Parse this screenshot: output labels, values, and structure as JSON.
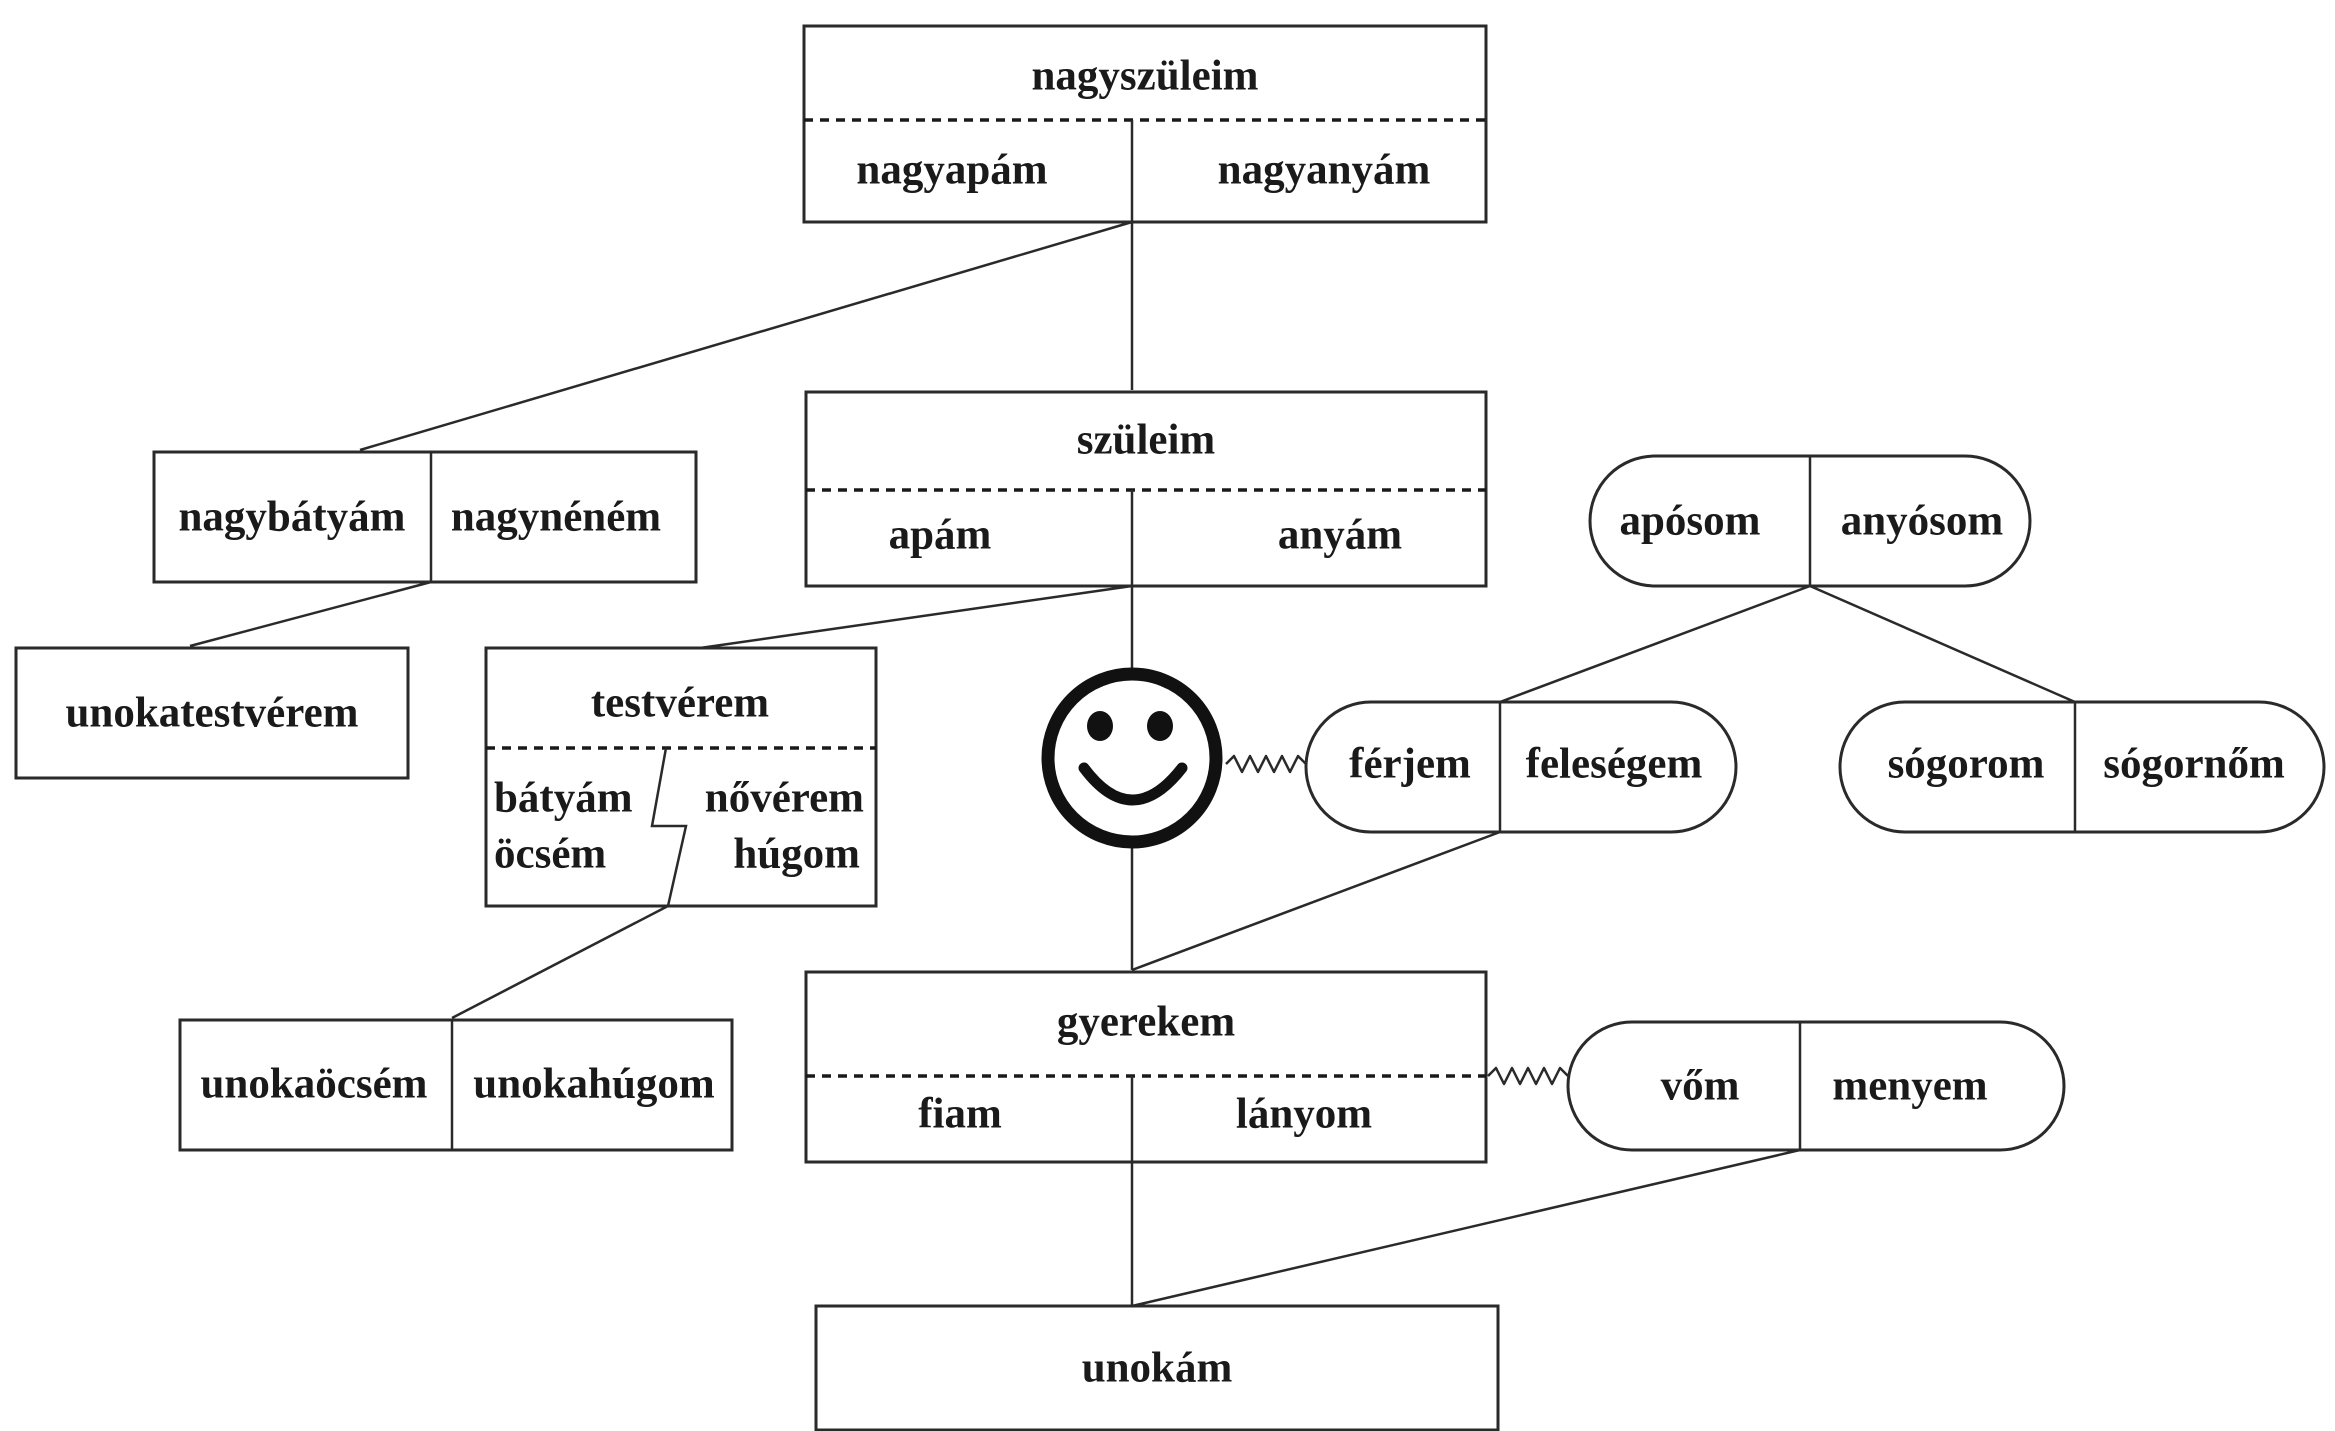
{
  "grandparents": {
    "title": "nagyszüleim",
    "left": "nagyapám",
    "right": "nagyanyám"
  },
  "uncle_aunt": {
    "left": "nagybátyám",
    "right": "nagynéném"
  },
  "cousin": {
    "label": "unokatestvérem"
  },
  "parents": {
    "title": "szüleim",
    "left": "apám",
    "right": "anyám"
  },
  "parents_in_law": {
    "left": "apósom",
    "right": "anyósom"
  },
  "siblings": {
    "title": "testvérem",
    "older_brother": "bátyám",
    "younger_brother": "öcsém",
    "older_sister": "nővérem",
    "younger_sister": "húgom"
  },
  "spouse": {
    "left": "férjem",
    "right": "feleségem"
  },
  "siblings_in_law": {
    "left": "sógorom",
    "right": "sógornőm"
  },
  "nephew_niece": {
    "left": "unokaöcsém",
    "right": "unokahúgom"
  },
  "children": {
    "title": "gyerekem",
    "left": "fiam",
    "right": "lányom"
  },
  "children_in_law": {
    "left": "vőm",
    "right": "menyem"
  },
  "grandchild": {
    "label": "unokám"
  },
  "center_icon": "smiley-face-icon"
}
